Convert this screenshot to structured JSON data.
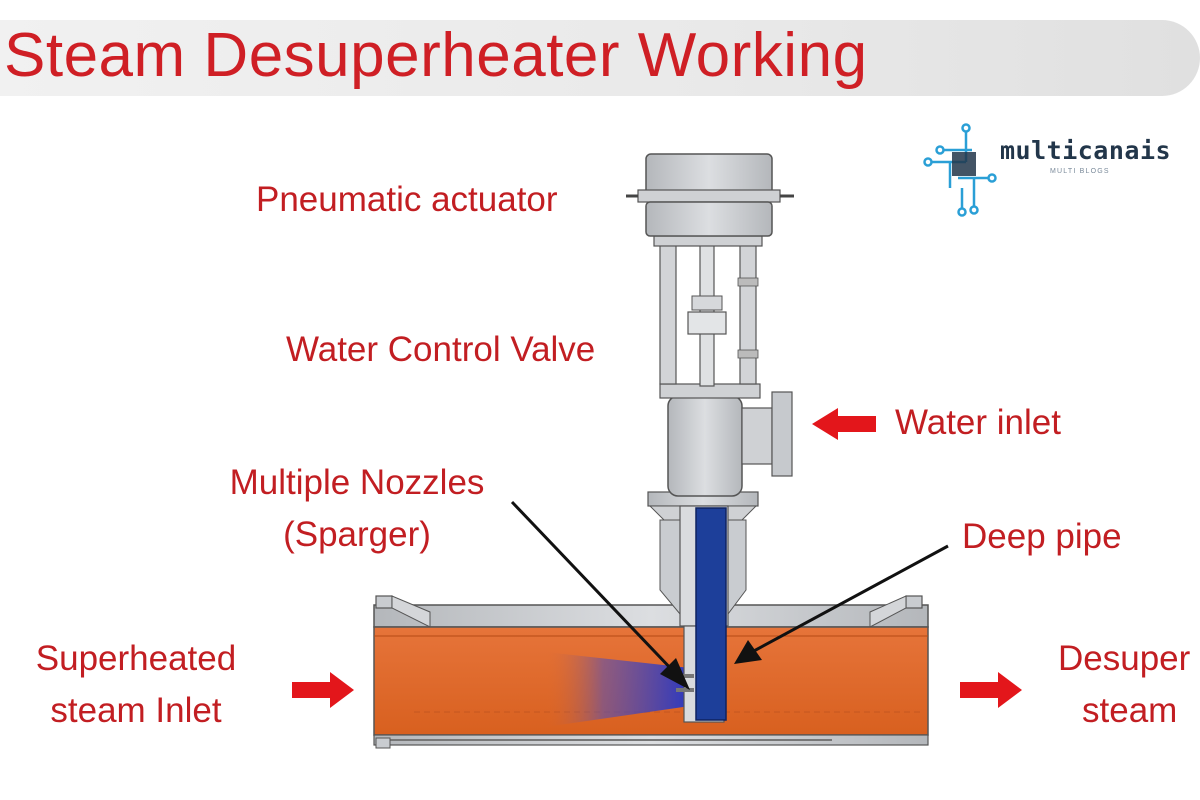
{
  "title": "Steam Desuperheater Working",
  "labels": {
    "pneumatic_actuator": "Pneumatic actuator",
    "water_control_valve": "Water Control Valve",
    "water_inlet": "Water inlet",
    "multiple_nozzles_line1": "Multiple Nozzles",
    "multiple_nozzles_line2": "(Sparger)",
    "deep_pipe": "Deep pipe",
    "superheated_line1": "Superheated",
    "superheated_line2": "steam Inlet",
    "desuper_line1": "Desuper",
    "desuper_line2": "steam"
  },
  "logo": {
    "name": "multicanais",
    "tagline": "MULTI BLOGS"
  },
  "colors": {
    "title_red": "#cf1f25",
    "label_red": "#c21e22",
    "arrow_red": "#e3161b",
    "pipe_orange": "#e06a2a",
    "metal_gray": "#c9ccd0",
    "deep_pipe_blue": "#1d3f9a",
    "spray_blue": "#2a3ec0",
    "logo_blue": "#2a9fd6"
  }
}
